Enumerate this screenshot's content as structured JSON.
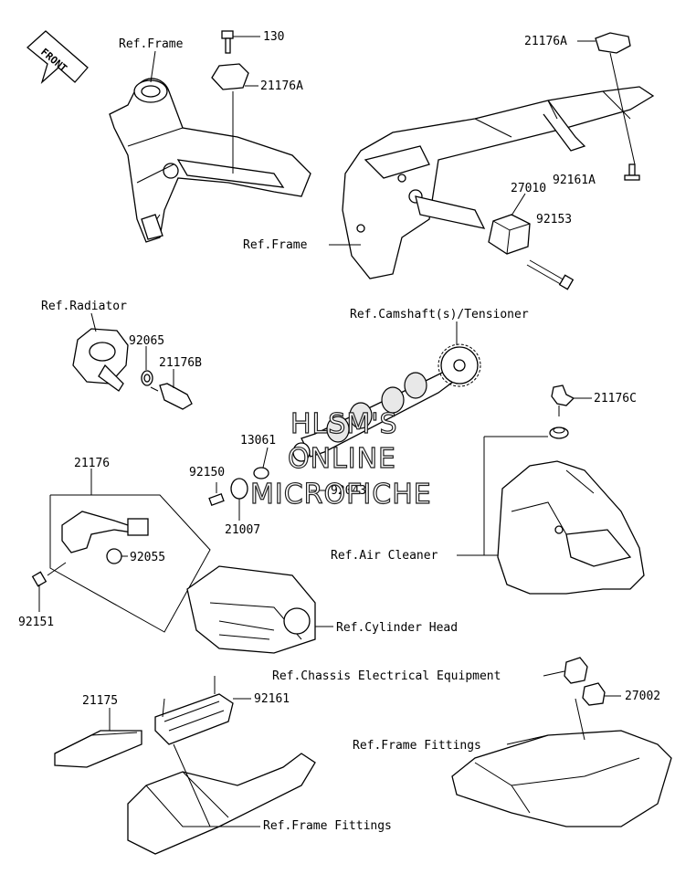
{
  "front_badge": "FRONT",
  "labels": {
    "ref_frame_1": "Ref.Frame",
    "p130": "130",
    "p21176A_1": "21176A",
    "p21176A_2": "21176A",
    "p92161A": "92161A",
    "p27010": "27010",
    "p92153": "92153",
    "ref_frame_2": "Ref.Frame",
    "ref_radiator": "Ref.Radiator",
    "p92065": "92065",
    "p21176B": "21176B",
    "ref_camshaft": "Ref.Camshaft(s)/Tensioner",
    "p21176C": "21176C",
    "p13061": "13061",
    "p92150": "92150",
    "p92043": "92043",
    "p21007": "21007",
    "p21176": "21176",
    "p92055": "92055",
    "p92151": "92151",
    "ref_air_cleaner": "Ref.Air Cleaner",
    "ref_cylinder_head": "Ref.Cylinder Head",
    "ref_chassis_elec": "Ref.Chassis Electrical Equipment",
    "p27002": "27002",
    "p21175": "21175",
    "p92161": "92161",
    "ref_frame_fittings_1": "Ref.Frame Fittings",
    "ref_frame_fittings_2": "Ref.Frame Fittings"
  },
  "watermark": {
    "line1": "HLSM'S",
    "line2": "ONLINE",
    "line3": "MICROFICHE"
  }
}
